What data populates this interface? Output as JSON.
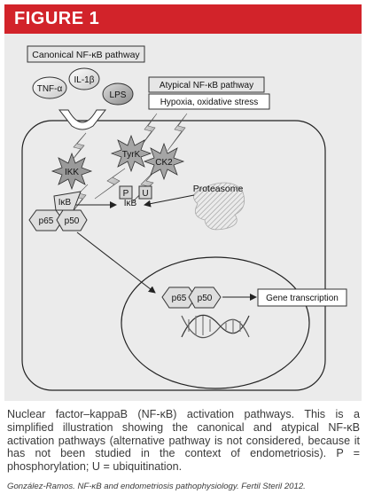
{
  "figure_label": "FIGURE 1",
  "diagram": {
    "canonical_title": "Canonical NF-κB pathway",
    "atypical_title": "Atypical NF-κB pathway",
    "atypical_stimuli": "Hypoxia, oxidative stress",
    "ligands": [
      "TNF-α",
      "IL-1β",
      "LPS"
    ],
    "kinases": [
      "IKK",
      "TyrK",
      "CK2"
    ],
    "modifications": [
      "P",
      "U"
    ],
    "ikb_bound": "IκB",
    "ikb_free": "IκB",
    "p65": "p65",
    "p50": "p50",
    "proteasome": "Proteasome",
    "nuclear_p65": "p65",
    "nuclear_p50": "p50",
    "gene_transcription": "Gene transcription"
  },
  "caption": "Nuclear factor–kappaB (NF-κB) activation pathways. This is a simplified illustration showing the canonical and atypical NF-κB activation pathways (alternative pathway is not considered, because it has not been studied in the context of endometriosis). P = phosphorylation; U = ubiquitination.",
  "citation": "González-Ramos. NF-κB and endometriosis pathophysiology. Fertil Steril 2012."
}
